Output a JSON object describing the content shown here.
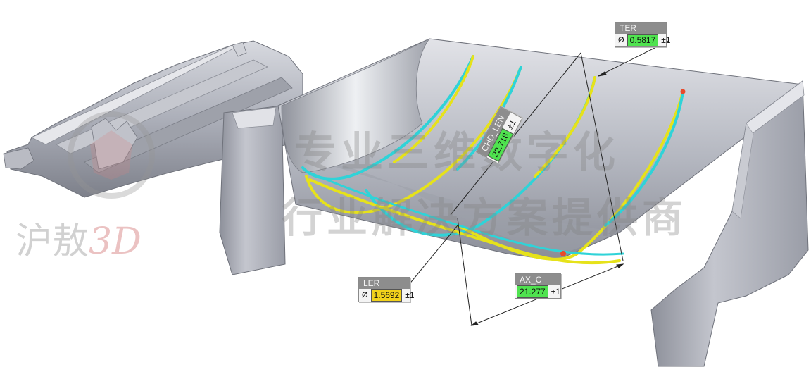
{
  "watermark": {
    "line1": "专业三维数字化",
    "line2": "行业解决方案提供商",
    "logo_cn": "沪敖",
    "logo_3d": "3D"
  },
  "callouts": {
    "ter": {
      "name": "TER",
      "symbol": "Ø",
      "value": "0.5817",
      "tolerance": "±1",
      "value_color": "#4fe34f"
    },
    "chd_len": {
      "name": "CHD_LEN",
      "value": "22.718",
      "tolerance": "±1",
      "value_color": "#4fe34f"
    },
    "ler": {
      "name": "LER",
      "symbol": "Ø",
      "value": "1.5692",
      "tolerance": "±1",
      "value_color": "#f2d21b"
    },
    "ax_c": {
      "name": "AX_C",
      "value": "21.277",
      "tolerance": "±1",
      "value_color": "#4fe34f"
    }
  },
  "colors": {
    "part_body": "#a9acb6",
    "part_dark": "#7c7f89",
    "part_light": "#d4d6dd",
    "section_yellow": "#e6e21a",
    "section_cyan": "#2fd3d8",
    "dimension_line": "#222222"
  }
}
